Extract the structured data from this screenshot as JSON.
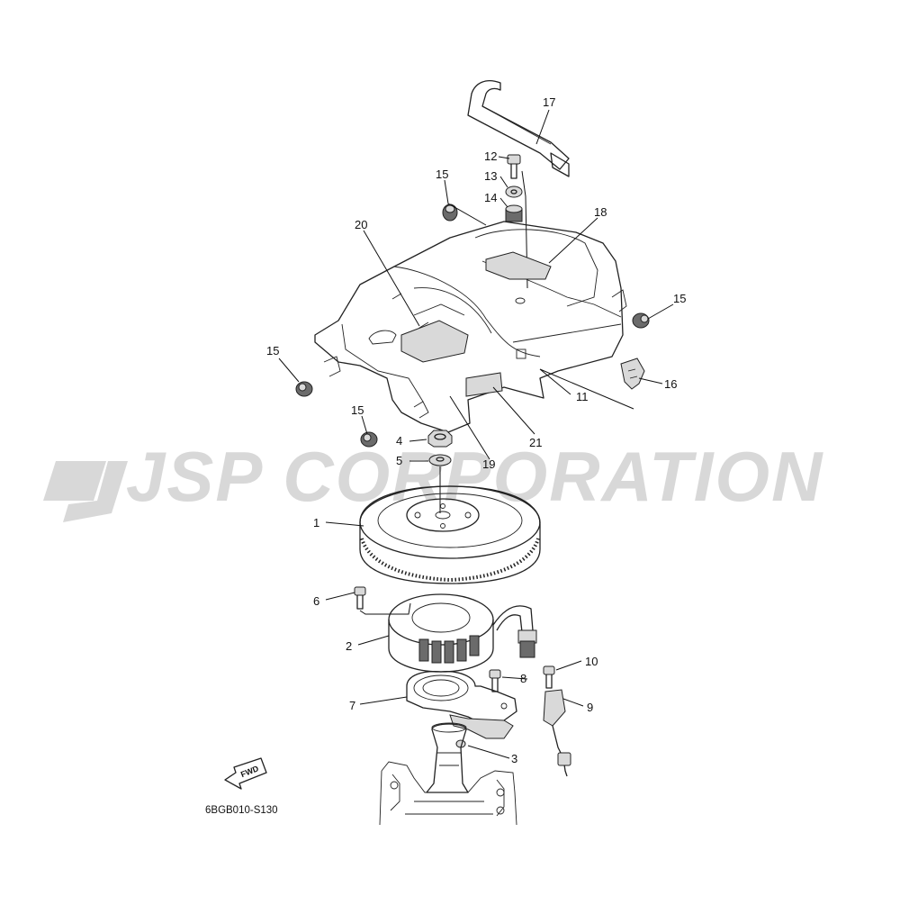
{
  "watermark": "JSP CORPORATION",
  "diagram_code": "6BGB010-S130",
  "fwd_label": "FWD",
  "callouts": [
    {
      "label": "17"
    },
    {
      "label": "12"
    },
    {
      "label": "13"
    },
    {
      "label": "14"
    },
    {
      "label": "15"
    },
    {
      "label": "18"
    },
    {
      "label": "20"
    },
    {
      "label": "15"
    },
    {
      "label": "15"
    },
    {
      "label": "16"
    },
    {
      "label": "15"
    },
    {
      "label": "11"
    },
    {
      "label": "4"
    },
    {
      "label": "5"
    },
    {
      "label": "21"
    },
    {
      "label": "19"
    },
    {
      "label": "1"
    },
    {
      "label": "6"
    },
    {
      "label": "2"
    },
    {
      "label": "10"
    },
    {
      "label": "8"
    },
    {
      "label": "7"
    },
    {
      "label": "9"
    },
    {
      "label": "3"
    }
  ]
}
